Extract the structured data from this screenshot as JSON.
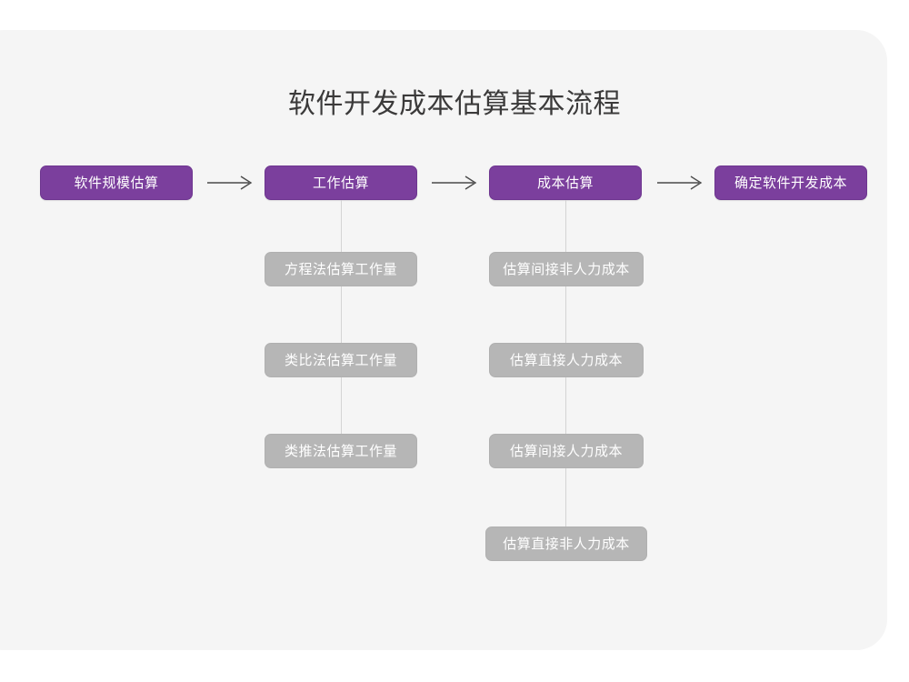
{
  "diagram": {
    "title": "软件开发成本估算基本流程",
    "colors": {
      "card_background": "#f5f5f5",
      "page_background": "#ffffff",
      "primary_node": "#7b3f9d",
      "secondary_node": "#b6b6b6",
      "title_text": "#3b3a3a",
      "node_text": "#ffffff",
      "connector_line": "#d4d4d4",
      "arrow": "#4a4a4a"
    },
    "main_flow": [
      {
        "id": "scale",
        "label": "软件规模估算"
      },
      {
        "id": "effort",
        "label": "工作估算"
      },
      {
        "id": "cost",
        "label": "成本估算"
      },
      {
        "id": "final",
        "label": "确定软件开发成本"
      }
    ],
    "arrows": [
      {
        "id": "arrow-1",
        "from": "软件规模估算",
        "to": "工作估算",
        "glyph": "arrow-right-icon"
      },
      {
        "id": "arrow-2",
        "from": "工作估算",
        "to": "成本估算",
        "glyph": "arrow-right-icon"
      },
      {
        "id": "arrow-3",
        "from": "成本估算",
        "to": "确定软件开发成本",
        "glyph": "arrow-right-icon"
      }
    ],
    "effort_methods": [
      {
        "id": "effort-1",
        "label": "方程法估算工作量"
      },
      {
        "id": "effort-2",
        "label": "类比法估算工作量"
      },
      {
        "id": "effort-3",
        "label": "类推法估算工作量"
      }
    ],
    "cost_items": [
      {
        "id": "cost-1",
        "label": "估算间接非人力成本"
      },
      {
        "id": "cost-2",
        "label": "估算直接人力成本"
      },
      {
        "id": "cost-3",
        "label": "估算间接人力成本"
      },
      {
        "id": "cost-4",
        "label": "估算直接非人力成本"
      }
    ]
  }
}
